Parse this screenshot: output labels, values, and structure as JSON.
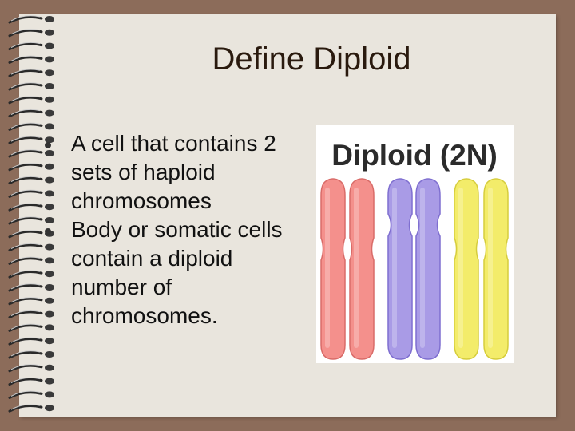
{
  "slide": {
    "title": "Define Diploid",
    "bullets": [
      {
        "text": "A cell that contains 2 sets of haploid chromosomes"
      },
      {
        "text": "Body or somatic cells contain a diploid number of chromosomes."
      }
    ]
  },
  "figure": {
    "label": "Diploid (2N)",
    "chromosome_pairs": [
      {
        "color": "#f4908c",
        "edge": "#d96b68"
      },
      {
        "color": "#a99be6",
        "edge": "#7f6fd0"
      },
      {
        "color": "#f3ec6a",
        "edge": "#d6cd3c"
      }
    ]
  },
  "colors": {
    "background": "#8c6c5a",
    "page": "#e9e5dd",
    "title_text": "#2a1a0e"
  }
}
